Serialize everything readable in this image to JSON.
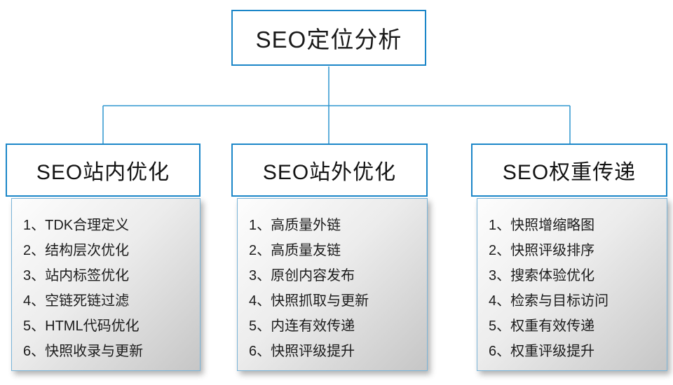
{
  "diagram": {
    "root": {
      "title": "SEO定位分析"
    },
    "columns": [
      {
        "header": "SEO站内优化",
        "items": [
          "1、TDK合理定义",
          "2、结构层次优化",
          "3、站内标签优化",
          "4、空链死链过滤",
          "5、HTML代码优化",
          "6、快照收录与更新"
        ]
      },
      {
        "header": "SEO站外优化",
        "items": [
          "1、高质量外链",
          "2、高质量友链",
          "3、原创内容发布",
          "4、快照抓取与更新",
          "5、内连有效传递",
          "6、快照评级提升"
        ]
      },
      {
        "header": "SEO权重传递",
        "items": [
          "1、快照增缩略图",
          "2、快照评级排序",
          "3、搜索体验优化",
          "4、检索与目标访问",
          "5、权重有效传递",
          "6、权重评级提升"
        ]
      }
    ],
    "colors": {
      "box_border": "#1b86c8",
      "connector_line": "#2f96cf",
      "panel_gradient_start": "#fdfdfd",
      "panel_gradient_end": "#c6c6c6"
    }
  }
}
